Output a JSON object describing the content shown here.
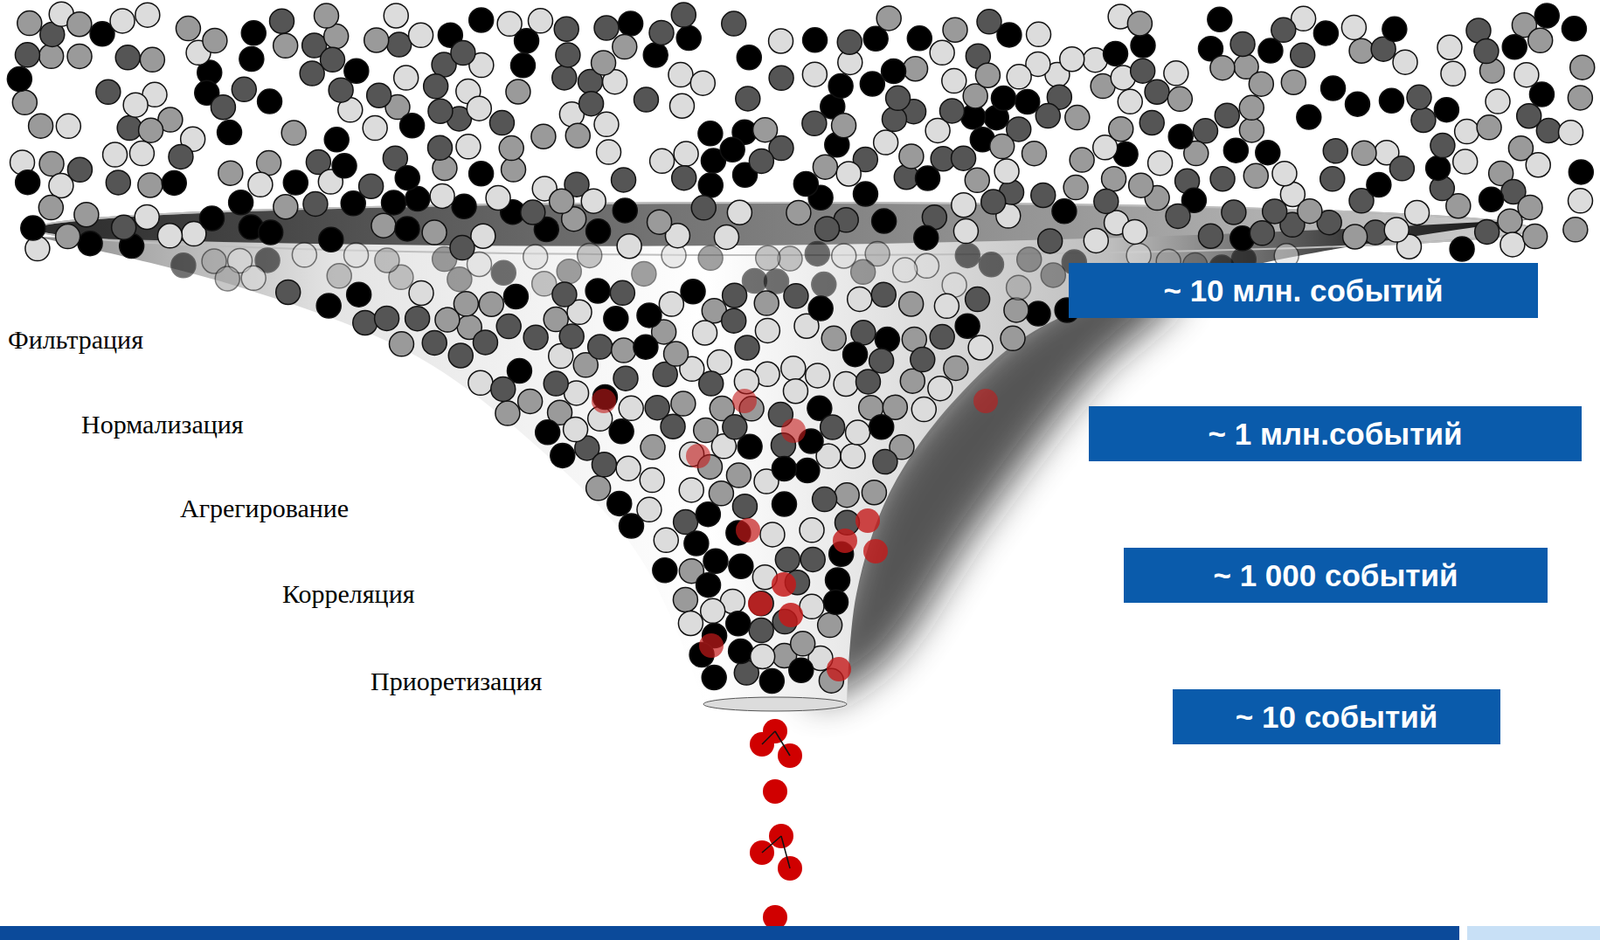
{
  "diagram": {
    "nodes": [
      {
        "text": [
          "~ 10 млн. событий"
        ]
      },
      {
        "text": [
          "~ 1 млн.событий"
        ]
      },
      {
        "text": [
          "~ 1 000 событий"
        ]
      },
      {
        "text": [
          "~ 10 событий"
        ]
      }
    ],
    "labels": [
      "Фильтрация",
      "Нормализация",
      "Агрегирование",
      "Корреляция",
      "Приоретизация"
    ]
  }
}
